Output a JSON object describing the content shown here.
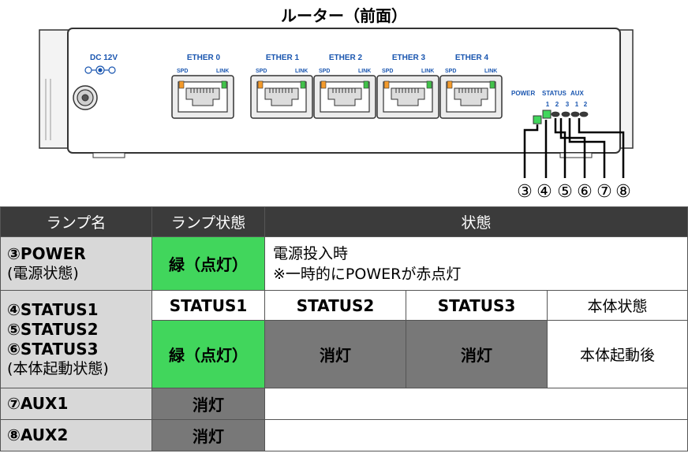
{
  "title": "ルーター（前面）",
  "device": {
    "dc_label": "DC 12V",
    "ports": [
      {
        "name": "ETHER 0",
        "spd": "SPD",
        "link": "LINK"
      },
      {
        "name": "ETHER 1",
        "spd": "SPD",
        "link": "LINK"
      },
      {
        "name": "ETHER 2",
        "spd": "SPD",
        "link": "LINK"
      },
      {
        "name": "ETHER 3",
        "spd": "SPD",
        "link": "LINK"
      },
      {
        "name": "ETHER 4",
        "spd": "SPD",
        "link": "LINK"
      }
    ],
    "led_group_labels": [
      "POWER",
      "STATUS",
      "AUX"
    ],
    "led_numbers": [
      "1",
      "2",
      "3",
      "1",
      "2"
    ],
    "callouts": [
      "③",
      "④",
      "⑤",
      "⑥",
      "⑦",
      "⑧"
    ],
    "colors": {
      "led_green": "#41d65c",
      "led_dark": "#3a3a3a",
      "port_orange": "#f39a2b",
      "port_green": "#41c24a"
    }
  },
  "table": {
    "headers": [
      "ランプ名",
      "ランプ状態",
      "状態"
    ],
    "power": {
      "name": "③POWER",
      "sub": "(電源状態)",
      "lamp": "緑（点灯）",
      "status_line1": "電源投入時",
      "status_line2": "※一時的にPOWERが赤点灯"
    },
    "status": {
      "names": [
        "④STATUS1",
        "⑤STATUS2",
        "⑥STATUS3"
      ],
      "sub": "(本体起動状態)",
      "subheaders": [
        "STATUS1",
        "STATUS2",
        "STATUS3",
        "本体状態"
      ],
      "values": [
        "緑（点灯）",
        "消灯",
        "消灯",
        "本体起動後"
      ]
    },
    "aux1": {
      "name": "⑦AUX1",
      "lamp": "消灯"
    },
    "aux2": {
      "name": "⑧AUX2",
      "lamp": "消灯"
    },
    "colors": {
      "header_bg": "#3b3b3b",
      "name_bg": "#d8d8d8",
      "green": "#41d65c",
      "gray": "#787878"
    }
  }
}
